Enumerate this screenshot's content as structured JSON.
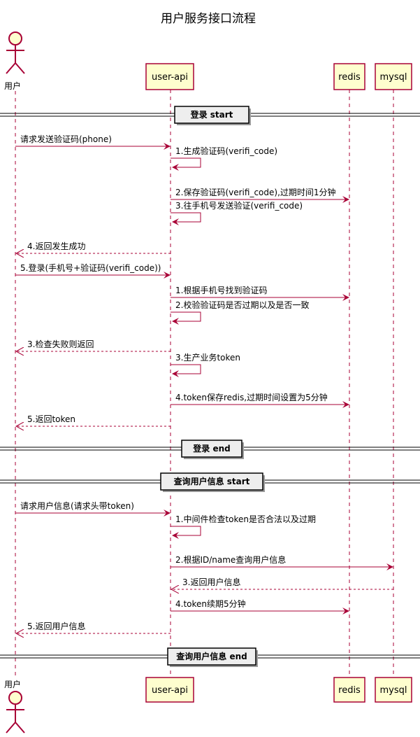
{
  "title": "用户服务接口流程",
  "participants": {
    "user": {
      "label": "用户"
    },
    "api": {
      "label": "user-api"
    },
    "redis": {
      "label": "redis"
    },
    "mysql": {
      "label": "mysql"
    }
  },
  "colors": {
    "participant_fill": "#FEFECE",
    "participant_border": "#A80036",
    "arrow": "#A80036",
    "divider_fill": "#EEEEEE",
    "divider_border": "#000000"
  },
  "dividers": [
    {
      "label": "登录 start"
    },
    {
      "label": "登录 end"
    },
    {
      "label": "查询用户信息 start"
    },
    {
      "label": "查询用户信息 end"
    }
  ],
  "messages": [
    {
      "label": "请求发送验证码(phone)",
      "from": "user",
      "to": "api",
      "style": "solid"
    },
    {
      "label": "1.生成验证码(verifi_code)",
      "from": "api",
      "to": "api",
      "style": "solid"
    },
    {
      "label": "2.保存验证码(verifi_code),过期时间1分钟",
      "from": "api",
      "to": "redis",
      "style": "solid"
    },
    {
      "label": "3.往手机号发送验证(verifi_code)",
      "from": "api",
      "to": "api",
      "style": "solid"
    },
    {
      "label": "4.返回发生成功",
      "from": "api",
      "to": "user",
      "style": "dashed"
    },
    {
      "label": "5.登录(手机号+验证码(verifi_code))",
      "from": "user",
      "to": "api",
      "style": "solid"
    },
    {
      "label": "1.根据手机号找到验证码",
      "from": "api",
      "to": "redis",
      "style": "solid"
    },
    {
      "label": "2.校验验证码是否过期以及是否一致",
      "from": "api",
      "to": "api",
      "style": "solid"
    },
    {
      "label": "3.检查失败则返回",
      "from": "api",
      "to": "user",
      "style": "dashed"
    },
    {
      "label": "3.生产业务token",
      "from": "api",
      "to": "api",
      "style": "solid"
    },
    {
      "label": "4.token保存redis,过期时间设置为5分钟",
      "from": "api",
      "to": "redis",
      "style": "solid"
    },
    {
      "label": "5.返回token",
      "from": "api",
      "to": "user",
      "style": "dashed"
    },
    {
      "label": "请求用户信息(请求头带token)",
      "from": "user",
      "to": "api",
      "style": "solid"
    },
    {
      "label": "1.中间件检查token是否合法以及过期",
      "from": "api",
      "to": "api",
      "style": "solid"
    },
    {
      "label": "2.根据ID/name查询用户信息",
      "from": "api",
      "to": "mysql",
      "style": "solid"
    },
    {
      "label": "3.返回用户信息",
      "from": "mysql",
      "to": "api",
      "style": "dashed"
    },
    {
      "label": "4.token续期5分钟",
      "from": "api",
      "to": "redis",
      "style": "solid"
    },
    {
      "label": "5.返回用户信息",
      "from": "api",
      "to": "user",
      "style": "dashed"
    }
  ]
}
